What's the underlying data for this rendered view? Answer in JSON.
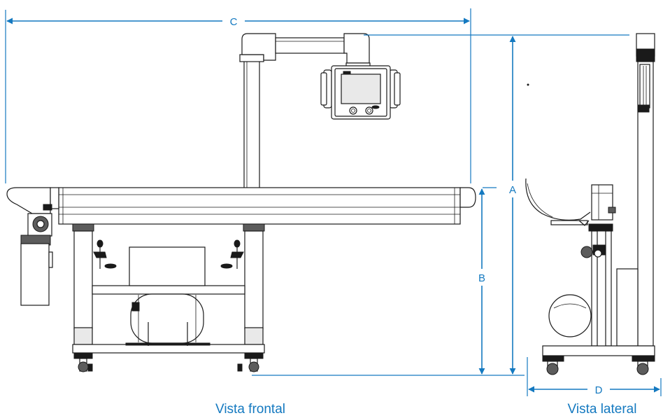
{
  "dimensions": {
    "a": "A",
    "b": "B",
    "c": "C",
    "d": "D"
  },
  "captions": {
    "front": "Vista frontal",
    "side": "Vista lateral"
  },
  "colors": {
    "dimension": "#1479c0",
    "ink": "#1a1a1a"
  }
}
